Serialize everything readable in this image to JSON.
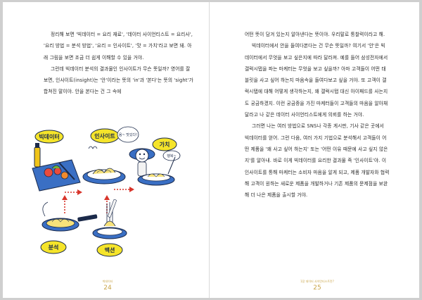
{
  "left_page": {
    "paragraphs": [
      "정리해 보면 '빅데이터 = 요리 재료', '데이터 사이언티스트 = 요리사', '요리 방법 = 분석 방법', '요리 = 인사이트', '맛 = 가치'라고 보면 돼. 아래 그림을 보면 조금 더 쉽게 이해할 수 있을 거야.",
      "그런데 빅데이터 분석의 결과물인 인사이트가 무슨 뜻일까? 영어를 잘 보면, 인사이트(insight)는 '안'이라는 뜻의 'in'과 '본다'는 뜻의 'sight'가 합쳐진 말이야. 안을 본다는 건 그 속에"
    ],
    "illustration": {
      "labels": [
        "빅데이터",
        "인사이트",
        "가치",
        "분석",
        "맥션"
      ],
      "speech_bubble_1": "음~ 맛있다!",
      "speech_bubble_2": "행복~"
    },
    "footer": {
      "running_title": "빅데이터",
      "page_number": "24"
    }
  },
  "right_page": {
    "paragraphs": [
      "어떤 뜻이 담겨 있는지 알아낸다는 뜻이야. 우리말로 통찰력이라고 해.",
      "빅데이터에서 안을 들여다본다는 건 무슨 뜻일까? 여기서 '안'은 빅데이터에서 무엇을 보고 싶은지에 따라 달라져. 예를 들어 삼성전자에서 갤럭시탭을 파는 마케터는 무엇을 보고 싶을까? 아마 고객들이 어떤 태블릿을 사고 싶어 하는지 마음속을 들여다보고 싶을 거야. 또 고객이 갤럭시탭에 대해 어떻게 생각하는지, 왜 갤럭시탭 대신 아이패드를 사는지도 궁금하겠지. 이런 궁금증을 가진 마케터들이 고객들의 마음을 알아채 달라고 나 같은 데이터 사이언티스트에게 의뢰를 하는 거야.",
      "그러면 나는 여러 방법으로 SNS나 각종 게시판, 기사 같은 곳에서 빅데이터를 얻어. 그런 다음, 여러 가지 기법으로 분석해서 고객들이 어떤 제품을 '왜 사고 싶어 하는지' 또는 '어떤 이유 때문에 사고 싶지 않은지'를 알아내. 바로 이게 빅데이터를 요리한 결과물 즉 '인사이트'야. 이 인사이트를 통해 마케터는 소비자 마음을 알게 되고, 제품 개발자와 협력해 고객이 원하는 새로운 제품을 개발하거나 기존 제품의 문제점을 보완해 더 나은 제품을 출시할 거야."
    ],
    "footer": {
      "running_title": "1장 데이터 사이언티스트란?",
      "page_number": "25"
    }
  },
  "colors": {
    "label_yellow": "#f5e42a",
    "pot_blue": "#3a6fc4",
    "arrow_red": "#d8342a",
    "accent_gold": "#c9a54a"
  }
}
